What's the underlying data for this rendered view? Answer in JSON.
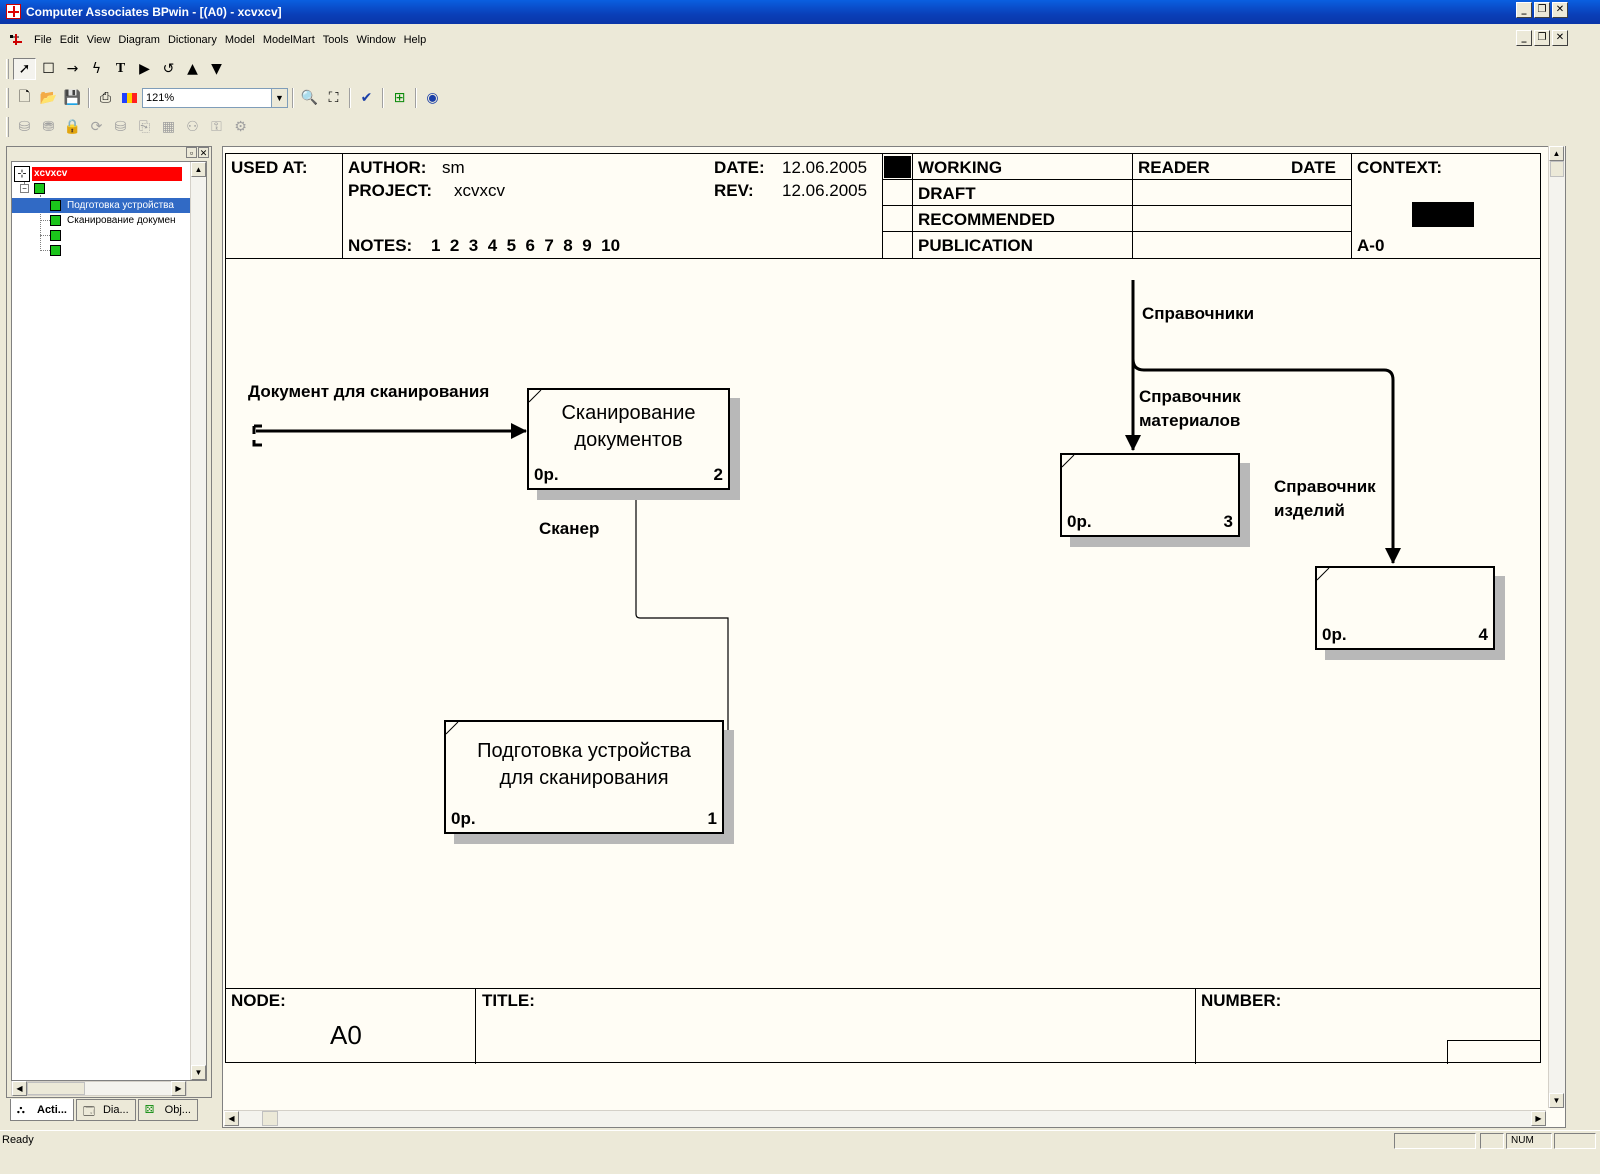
{
  "window": {
    "title": "Computer Associates BPwin - [(A0)  - xcvxcv]"
  },
  "menu": {
    "items": [
      "File",
      "Edit",
      "View",
      "Diagram",
      "Dictionary",
      "Model",
      "ModelMart",
      "Tools",
      "Window",
      "Help"
    ]
  },
  "toolbar": {
    "zoom_value": "121%"
  },
  "tree": {
    "root_label": "xcvxcv",
    "items": [
      "Подготовка устройства",
      "Сканирование докумен"
    ]
  },
  "tabs": {
    "activities": "Acti...",
    "diagrams": "Dia...",
    "objects": "Obj..."
  },
  "frame": {
    "used_at_label": "USED AT:",
    "author_label": "AUTHOR:",
    "author_value": "sm",
    "project_label": "PROJECT:",
    "project_value": "xcvxcv",
    "date_label": "DATE:",
    "date_value": "12.06.2005",
    "rev_label": "REV:",
    "rev_value": "12.06.2005",
    "notes_label": "NOTES:",
    "notes_values": "1  2  3  4  5  6  7  8  9  10",
    "status_working": "WORKING",
    "status_draft": "DRAFT",
    "status_recommended": "RECOMMENDED",
    "status_publication": "PUBLICATION",
    "reader_label": "READER",
    "reader_date_label": "DATE",
    "context_label": "CONTEXT:",
    "context_value": "A-0",
    "node_label": "NODE:",
    "node_value": "A0",
    "title_label": "TITLE:",
    "number_label": "NUMBER:"
  },
  "diagram": {
    "boxes": [
      {
        "title_line1": "Подготовка устройства",
        "title_line2": "для сканирования",
        "cost": "0р.",
        "number": "1"
      },
      {
        "title_line1": "Сканирование",
        "title_line2": "документов",
        "cost": "0р.",
        "number": "2"
      },
      {
        "title_line1": "",
        "title_line2": "",
        "cost": "0р.",
        "number": "3"
      },
      {
        "title_line1": "",
        "title_line2": "",
        "cost": "0р.",
        "number": "4"
      }
    ],
    "arrows": {
      "input_doc": "Документ для сканирования",
      "scanner": "Сканер",
      "references": "Справочники",
      "ref_materials_1": "Справочник",
      "ref_materials_2": "материалов",
      "ref_products_1": "Справочник",
      "ref_products_2": "изделий"
    }
  },
  "status": {
    "text": "Ready",
    "num": "NUM"
  }
}
